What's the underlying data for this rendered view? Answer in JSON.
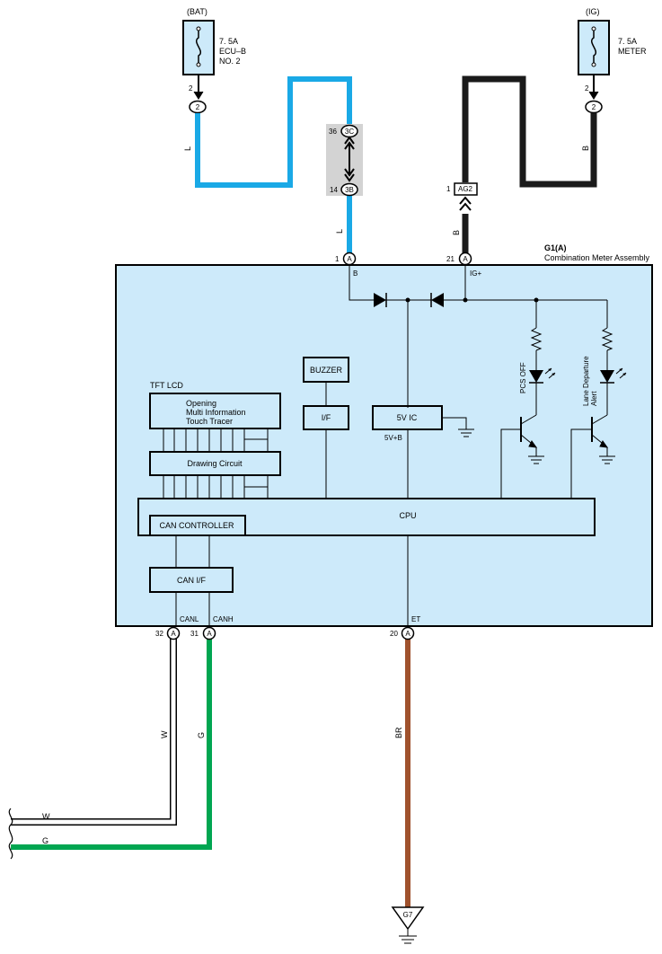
{
  "colors": {
    "wire_l": "#1aa9e6",
    "wire_b": "#1a1a1a",
    "wire_g": "#00a651",
    "wire_br": "#a0522d",
    "wire_w": "#ffffff",
    "panel_fill": "#cdeafa",
    "connector_shade": "#d3d3d3"
  },
  "fuse_bat": {
    "source": "(BAT)",
    "rating": "7. 5A",
    "name_line1": "ECU–B",
    "name_line2": "NO. 2",
    "pin": "2",
    "connector": "2"
  },
  "fuse_ig": {
    "source": "(IG)",
    "rating": "7. 5A",
    "name_line1": "METER",
    "pin": "2",
    "connector": "2"
  },
  "junction": {
    "pin_top": "36",
    "conn_top": "3C",
    "pin_bottom": "14",
    "conn_bottom": "3B"
  },
  "ag2": {
    "pin": "1",
    "connector": "AG2"
  },
  "wire_labels": {
    "l_upper": "L",
    "l_lower": "L",
    "b_right": "B",
    "b_lower": "B",
    "w": "W",
    "g": "G",
    "w_left": "W",
    "g_left": "G",
    "br": "BR"
  },
  "module": {
    "id": "G1(A)",
    "name": "Combination Meter Assembly"
  },
  "pins": {
    "b": {
      "num": "1",
      "conn": "A",
      "signal": "B"
    },
    "ig": {
      "num": "21",
      "conn": "A",
      "signal": "IG+"
    },
    "canl": {
      "num": "32",
      "conn": "A",
      "signal": "CANL"
    },
    "canh": {
      "num": "31",
      "conn": "A",
      "signal": "CANH"
    },
    "et": {
      "num": "20",
      "conn": "A",
      "signal": "ET"
    }
  },
  "blocks": {
    "tft_title": "TFT LCD",
    "tft_line1": "Opening",
    "tft_line2": "Multi Information",
    "tft_line3": "Touch Tracer",
    "drawing": "Drawing Circuit",
    "buzzer": "BUZZER",
    "if": "I/F",
    "ic5v": "5V IC",
    "vb": "5V+B",
    "cpu": "CPU",
    "can_ctrl": "CAN CONTROLLER",
    "can_if": "CAN I/F"
  },
  "leds": {
    "pcs": "PCS OFF",
    "lda1": "Lane Departure",
    "lda2": "Alert"
  },
  "ground": {
    "id": "G7"
  }
}
